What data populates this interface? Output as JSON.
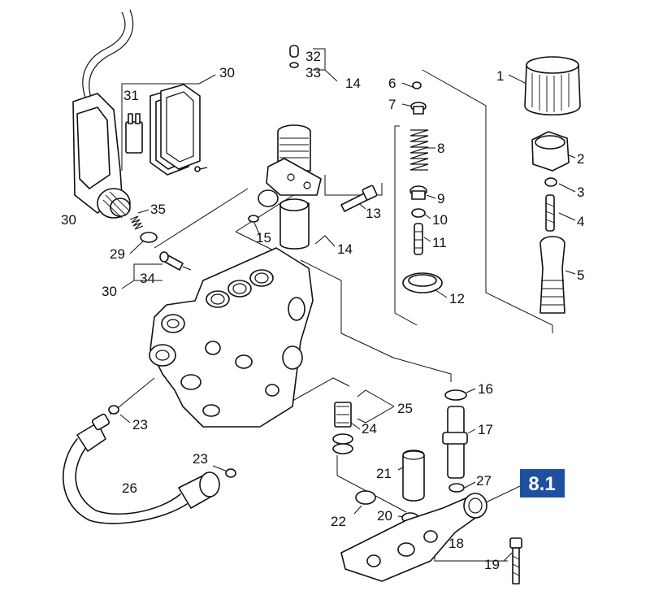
{
  "diagram": {
    "section_badge": "8.1",
    "badge_color": "#1f4fa0",
    "callouts": {
      "c1": "1",
      "c2": "2",
      "c3": "3",
      "c4": "4",
      "c5": "5",
      "c6": "6",
      "c7": "7",
      "c8": "8",
      "c9": "9",
      "c10": "10",
      "c11": "11",
      "c12": "12",
      "c13": "13",
      "c14a": "14",
      "c14b": "14",
      "c15": "15",
      "c16": "16",
      "c17": "17",
      "c18": "18",
      "c19": "19",
      "c20": "20",
      "c21": "21",
      "c22": "22",
      "c23a": "23",
      "c23b": "23",
      "c24": "24",
      "c25": "25",
      "c26": "26",
      "c27": "27",
      "c29": "29",
      "c30a": "30",
      "c30b": "30",
      "c30c": "30",
      "c31": "31",
      "c32": "32",
      "c33": "33",
      "c34": "34",
      "c35": "35"
    }
  }
}
